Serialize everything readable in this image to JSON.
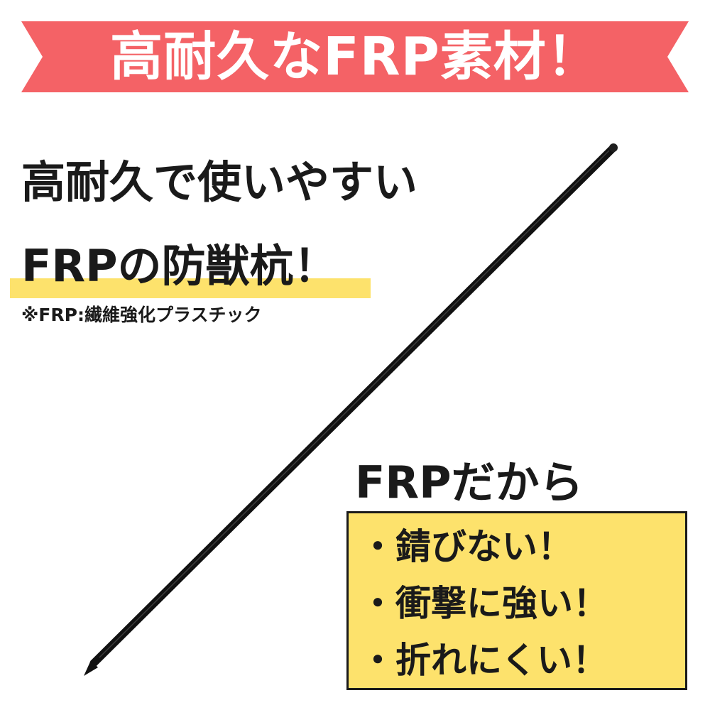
{
  "banner": {
    "title": "高耐久なFRP素材！",
    "color": "#f46266"
  },
  "headline": {
    "line1": "高耐久で使いやすい",
    "line2": "FRPの防獣杭！",
    "marker_color": "#fde26c"
  },
  "footnote": "※FRP:繊維強化プラスチック",
  "features": {
    "heading": "FRPだから",
    "box_color": "#fde26c",
    "items": [
      "・錆びない！",
      "・衝撃に強い！",
      "・折れにくい！"
    ]
  },
  "product": {
    "icon": "frp-stake-icon",
    "color": "#111111"
  }
}
